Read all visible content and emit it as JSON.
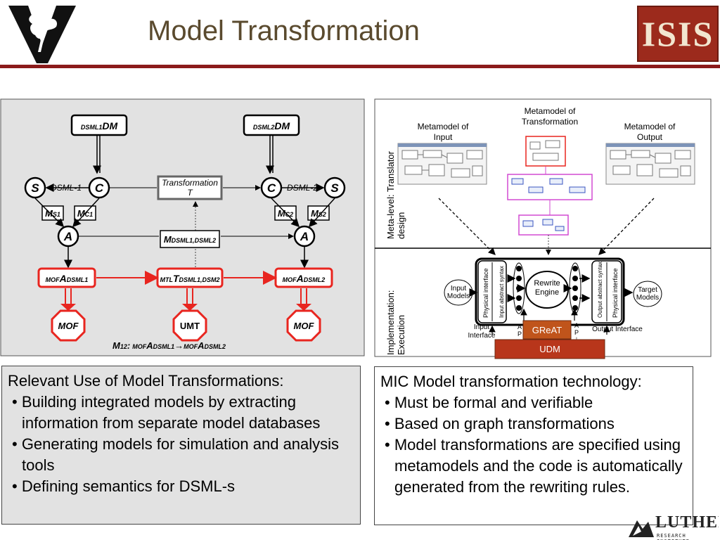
{
  "slide": {
    "title": "Model Transformation",
    "right_logo_text": "ISIS",
    "bottom_logo_text": "LUTHER",
    "bottom_logo_subtext": "RESEARCH INSTITUTE"
  },
  "left_diagram": {
    "dm1": {
      "sub": "DSML1",
      "main": "DM"
    },
    "dm2": {
      "sub": "DSML2",
      "main": "DM"
    },
    "s_label": "S",
    "c_label": "C",
    "a_label": "A",
    "dsml1": "DSML-1",
    "dsml2": "DSML-2",
    "transformation_line1": "Transformation",
    "transformation_line2": "T",
    "ms1": {
      "main": "M",
      "sub": "S1"
    },
    "mc1": {
      "main": "M",
      "sub": "C1"
    },
    "mc2": {
      "main": "M",
      "sub": "C2"
    },
    "ms2": {
      "main": "M",
      "sub": "S2"
    },
    "mdsml": {
      "main": "M",
      "sub": "DSML1,DSML2"
    },
    "mof_a1": {
      "pre": "MOF",
      "main": "A",
      "sub": "DSML1"
    },
    "mtl_t": {
      "pre": "MTL",
      "main": "T",
      "sub": "DSML1,DSM2"
    },
    "mof_a2": {
      "pre": "MOF",
      "main": "A",
      "sub": "DSML2"
    },
    "mof1": "MOF",
    "umt": "UMT",
    "mof2": "MOF",
    "m12": {
      "m": "M",
      "m_sub": "12",
      "colon": ":",
      "pre1": "MOF",
      "a1": "A",
      "sub1": "DSML1",
      "arrow": "→",
      "pre2": "MOF",
      "a2": "A",
      "sub2": "DSML2"
    }
  },
  "right_diagram": {
    "metamodel_input": [
      "Metamodel of",
      "Input"
    ],
    "metamodel_transformation": [
      "Metamodel of",
      "Transformation"
    ],
    "metamodel_output": [
      "Metamodel of",
      "Output"
    ],
    "meta_level": [
      "Meta-level: Translator",
      "design"
    ],
    "implementation": [
      "Implementation:",
      "Execution"
    ],
    "input_models": [
      "Input",
      "Models"
    ],
    "target_models": [
      "Target",
      "Models"
    ],
    "physical_interface": "Physical interface",
    "input_abstract_syntax": "Input abstract syntax",
    "output_abstract_syntax": "Output abstract syntax",
    "rewrite_engine": [
      "Rewrite",
      "Engine"
    ],
    "input_interface": [
      "Input",
      "Interface"
    ],
    "output_interface": "Output Interface",
    "api_left": [
      "A",
      "P"
    ],
    "api_right": [
      "A",
      "P",
      "I"
    ],
    "great": "GReAT",
    "udm": "UDM"
  },
  "left_text": {
    "heading": "Relevant Use of Model Transformations:",
    "bullets": [
      "• Building integrated models by extracting information from separate model databases",
      "• Generating models for simulation and analysis tools",
      "• Defining semantics for DSML-s"
    ]
  },
  "right_text": {
    "heading": "MIC Model transformation technology:",
    "bullets": [
      "• Must be formal and verifiable",
      "• Based on graph transformations",
      "• Model transformations are specified using metamodels and the code is automatically generated from the rewriting rules."
    ]
  },
  "colors": {
    "accent_red": "#8b1a1a",
    "box_red": "#e8251f",
    "title_brown": "#5a4a2e",
    "great_orange": "#c0541b",
    "udm_red": "#b8361b",
    "panel_gray": "#e2e2e2"
  }
}
